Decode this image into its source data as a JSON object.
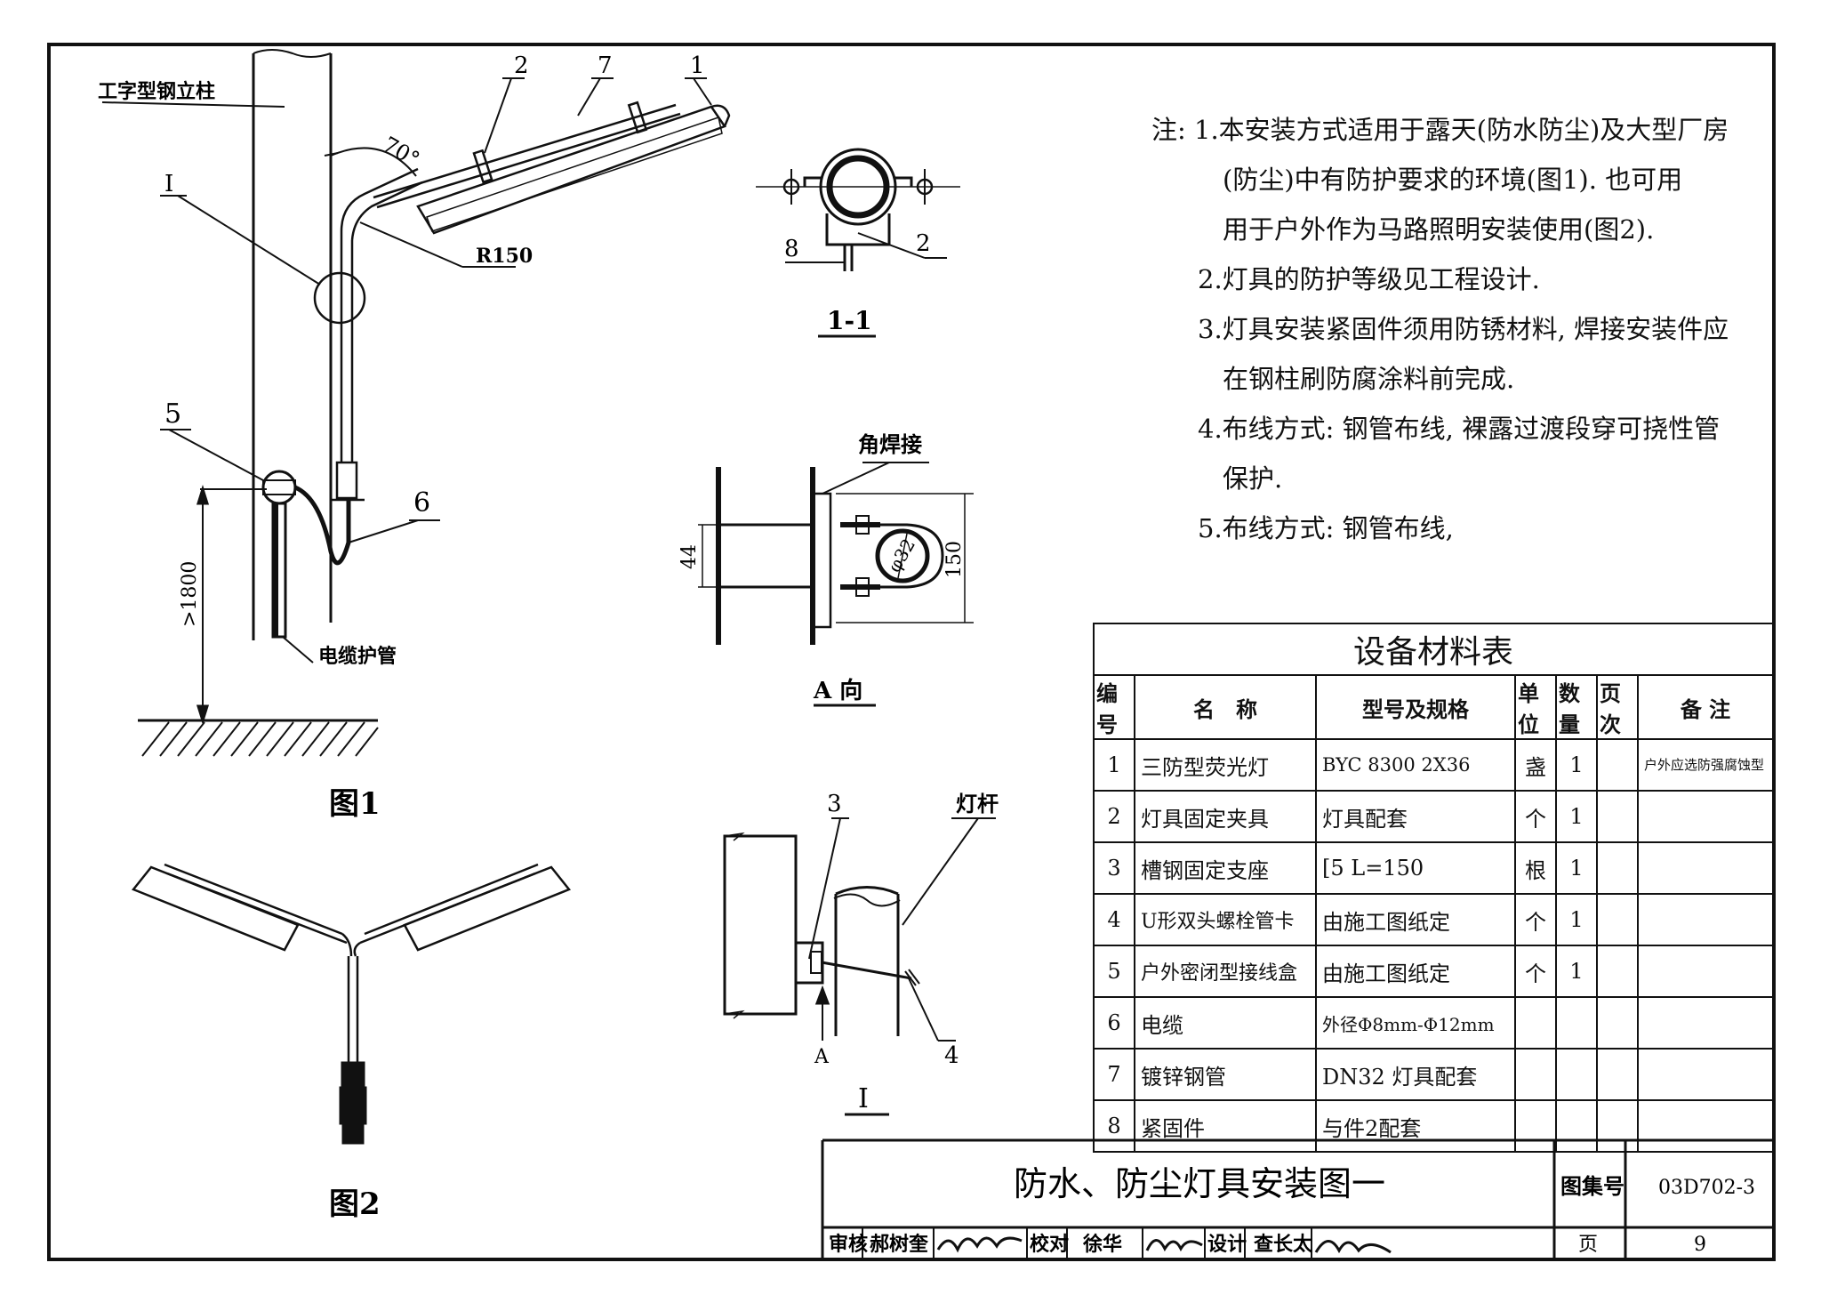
{
  "labels": {
    "column_label": "工字型钢立柱",
    "callout_I": "I",
    "angle": "70°",
    "radius": "R150",
    "height_dim": ">1800",
    "cable_tube": "电缆护管",
    "part_1": "1",
    "part_2": "2",
    "part_5": "5",
    "part_6": "6",
    "part_7": "7",
    "fig1": "图1",
    "fig2": "图2",
    "sec_part_8": "8",
    "sec_part_2": "2",
    "section_1_1": "1-1",
    "weld": "角焊接",
    "dim_44": "44",
    "dim_150": "150",
    "dim_phi32": "φ32",
    "view_A": "A  向",
    "det_part_3": "3",
    "det_pole": "灯杆",
    "det_part_4": "4",
    "det_A": "A",
    "detail_I": "I"
  },
  "notes": [
    "注: 1.本安装方式适用于露天(防水防尘)及大型厂房",
    "(防尘)中有防护要求的环境(图1). 也可用",
    "用于户外作为马路照明安装使用(图2).",
    "2.灯具的防护等级见工程设计.",
    "3.灯具安装紧固件须用防锈材料, 焊接安装件应",
    "在钢柱刷防腐涂料前完成.",
    "4.布线方式: 钢管布线, 裸露过渡段穿可挠性管",
    "保护.",
    "5.布线方式: 钢管布线,"
  ],
  "table": {
    "title": "设备材料表",
    "headers": [
      "编号",
      "名　称",
      "型号及规格",
      "单位",
      "数量",
      "页次",
      "备 注"
    ],
    "rows": [
      [
        "1",
        "三防型荧光灯",
        "BYC 8300  2X36",
        "盏",
        "1",
        "",
        "户外应选防强腐蚀型"
      ],
      [
        "2",
        "灯具固定夹具",
        "灯具配套",
        "个",
        "1",
        "",
        ""
      ],
      [
        "3",
        "槽钢固定支座",
        "[5  L=150",
        "根",
        "1",
        "",
        ""
      ],
      [
        "4",
        "U形双头螺栓管卡",
        "由施工图纸定",
        "个",
        "1",
        "",
        ""
      ],
      [
        "5",
        "户外密闭型接线盒",
        "由施工图纸定",
        "个",
        "1",
        "",
        ""
      ],
      [
        "6",
        "电缆",
        "外径Φ8mm-Φ12mm",
        "",
        "",
        "",
        ""
      ],
      [
        "7",
        "镀锌钢管",
        "DN32 灯具配套",
        "",
        "",
        "",
        ""
      ],
      [
        "8",
        "紧固件",
        "与件2配套",
        "",
        "",
        "",
        ""
      ]
    ]
  },
  "title_block": {
    "drawing_title": "防水、防尘灯具安装图一",
    "atlas_label": "图集号",
    "atlas_no": "03D702-3",
    "review_label": "审核",
    "reviewer": "郝树奎",
    "check_label": "校对",
    "checker": "徐华",
    "design_label": "设计",
    "designer": "查长太",
    "page_label": "页",
    "page_no": "9"
  }
}
